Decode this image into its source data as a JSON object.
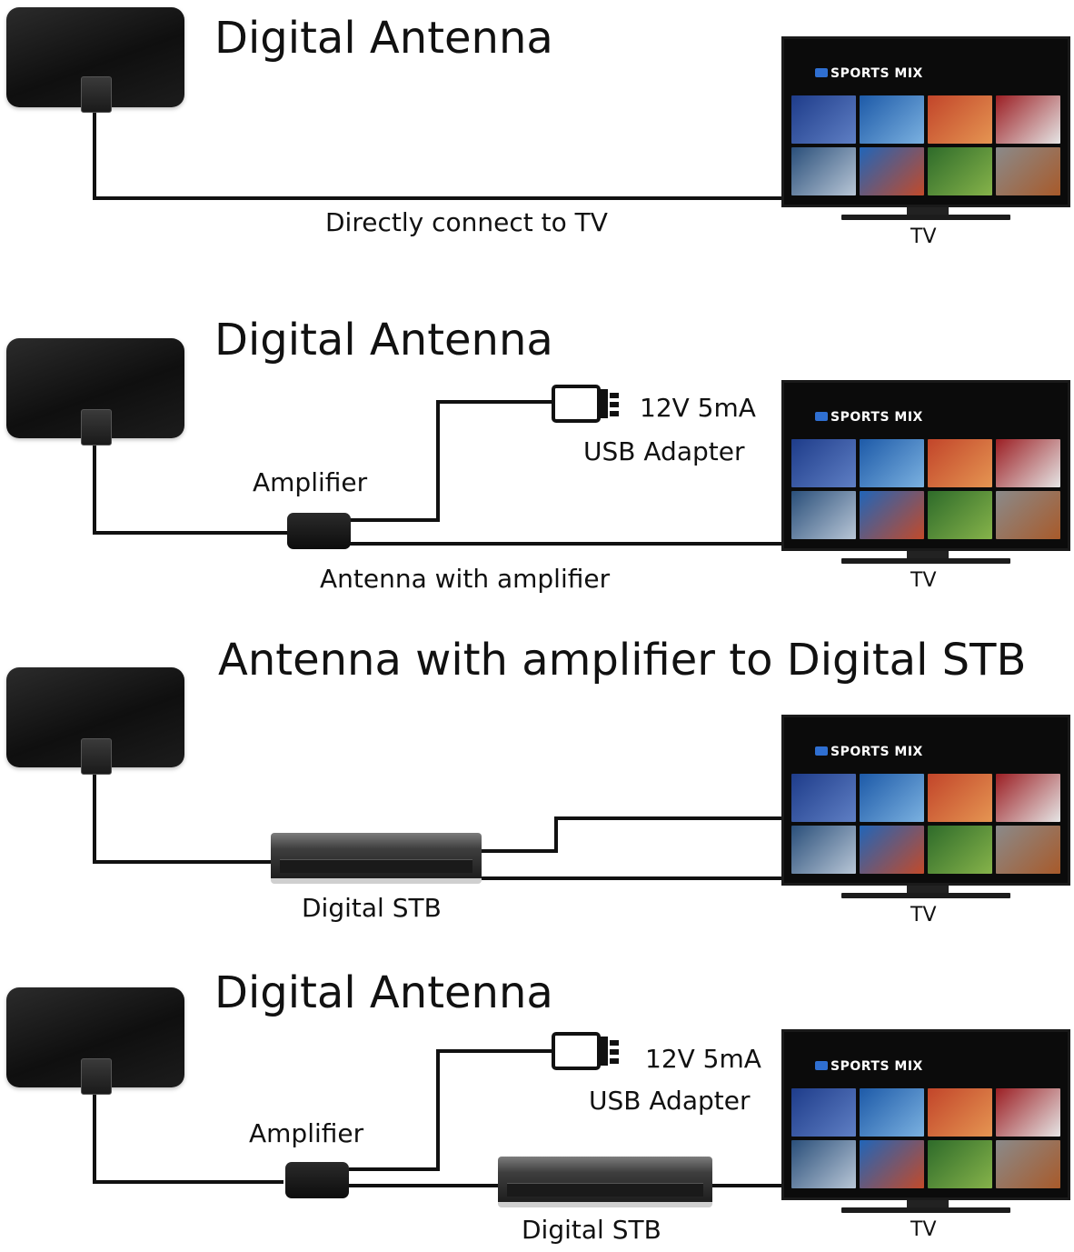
{
  "colors": {
    "wire": "#111111",
    "background": "#ffffff",
    "antenna": "#111111"
  },
  "panels": [
    {
      "title": "Digital Antenna",
      "caption": "Directly connect to TV",
      "tv_label": "TV",
      "tv_banner": "SPORTS MIX"
    },
    {
      "title": "Digital Antenna",
      "amplifier_label": "Amplifier",
      "adapter_line1": "12V 5mA",
      "adapter_line2": "USB Adapter",
      "caption": "Antenna with amplifier",
      "tv_label": "TV",
      "tv_banner": "SPORTS MIX"
    },
    {
      "title": "Antenna with amplifier to Digital STB",
      "stb_label": "Digital STB",
      "tv_label": "TV",
      "tv_banner": "SPORTS MIX"
    },
    {
      "title": "Digital Antenna",
      "amplifier_label": "Amplifier",
      "adapter_line1": "12V 5mA",
      "adapter_line2": "USB Adapter",
      "stb_label": "Digital STB",
      "tv_label": "TV",
      "tv_banner": "SPORTS MIX"
    }
  ]
}
